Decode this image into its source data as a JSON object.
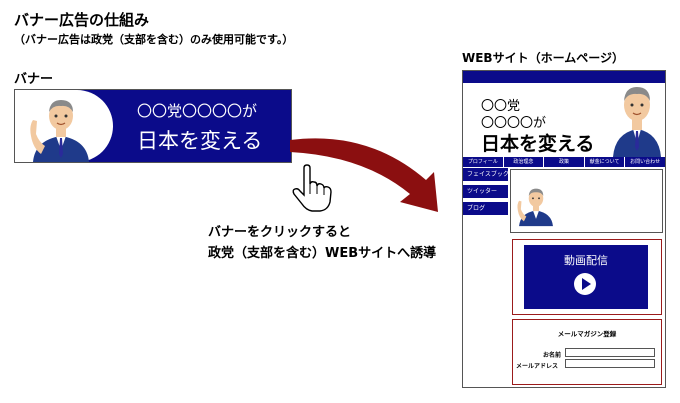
{
  "title": "バナー広告の仕組み",
  "subtitle": "（バナー広告は政党（支部を含む）のみ使用可能です。）",
  "banner_section": {
    "label": "バナー",
    "line1": "〇〇党〇〇〇〇が",
    "line2": "日本を変える"
  },
  "note": {
    "line1": "バナーをクリックすると",
    "line2": "政党（支部を含む）WEBサイトへ誘導"
  },
  "website": {
    "label": "WEBサイト（ホームページ）",
    "header_line1": "〇〇党",
    "header_line2": "〇〇〇〇が",
    "header_line3": "日本を変える",
    "nav": [
      "プロフィール",
      "政治理念",
      "政策",
      "献金について",
      "お問い合わせ"
    ],
    "side": [
      "フェイスブック",
      "ツイッター",
      "ブログ"
    ],
    "video_title": "動画配信",
    "mail_title": "メールマガジン登録",
    "name_label": "お名前",
    "email_label": "メールアドレス"
  },
  "colors": {
    "navy": "#0b0b8a",
    "arrow": "#8b0f10",
    "frame_red": "#9b1b1b"
  }
}
